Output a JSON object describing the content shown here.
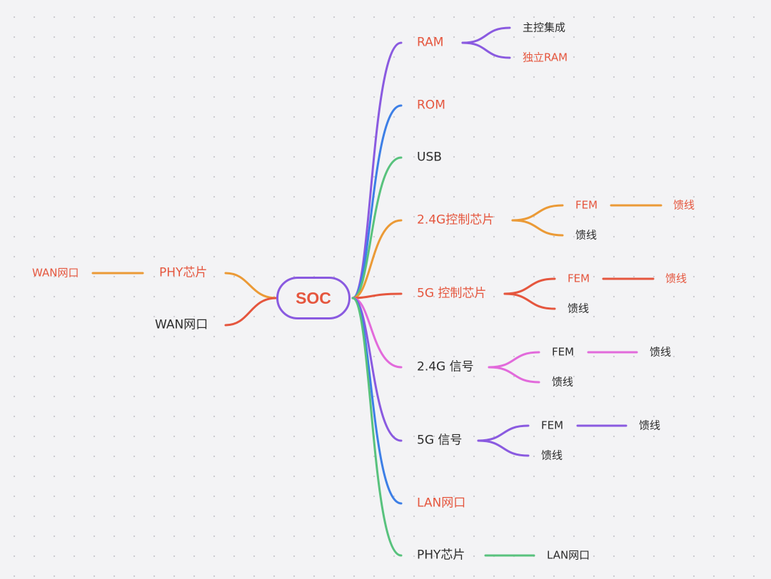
{
  "colors": {
    "purple": "#8a5ae0",
    "blue": "#3d7fe6",
    "green": "#58c27d",
    "orange": "#eb9a36",
    "red": "#e5563e",
    "pink": "#e26adb",
    "text_red": "#e5563e",
    "text_dark": "#2c2c2c"
  },
  "root": {
    "label": "SOC"
  },
  "left": {
    "phy": {
      "label": "PHY芯片",
      "child": {
        "label": "WAN网口"
      }
    },
    "wan": {
      "label": "WAN网口"
    }
  },
  "right": {
    "ram": {
      "label": "RAM",
      "children": [
        {
          "label": "主控集成"
        },
        {
          "label": "独立RAM"
        }
      ]
    },
    "rom": {
      "label": "ROM"
    },
    "usb": {
      "label": "USB"
    },
    "ctrl24": {
      "label": "2.4G控制芯片",
      "fem": {
        "label": "FEM",
        "child": {
          "label": "馈线"
        }
      },
      "feed": {
        "label": "馈线"
      }
    },
    "ctrl5": {
      "label": "5G 控制芯片",
      "fem": {
        "label": "FEM",
        "child": {
          "label": "馈线"
        }
      },
      "feed": {
        "label": "馈线"
      }
    },
    "sig24": {
      "label": "2.4G 信号",
      "fem": {
        "label": "FEM",
        "child": {
          "label": "馈线"
        }
      },
      "feed": {
        "label": "馈线"
      }
    },
    "sig5": {
      "label": "5G 信号",
      "fem": {
        "label": "FEM",
        "child": {
          "label": "馈线"
        }
      },
      "feed": {
        "label": "馈线"
      }
    },
    "lan": {
      "label": "LAN网口"
    },
    "phy": {
      "label": "PHY芯片",
      "child": {
        "label": "LAN网口"
      }
    }
  }
}
